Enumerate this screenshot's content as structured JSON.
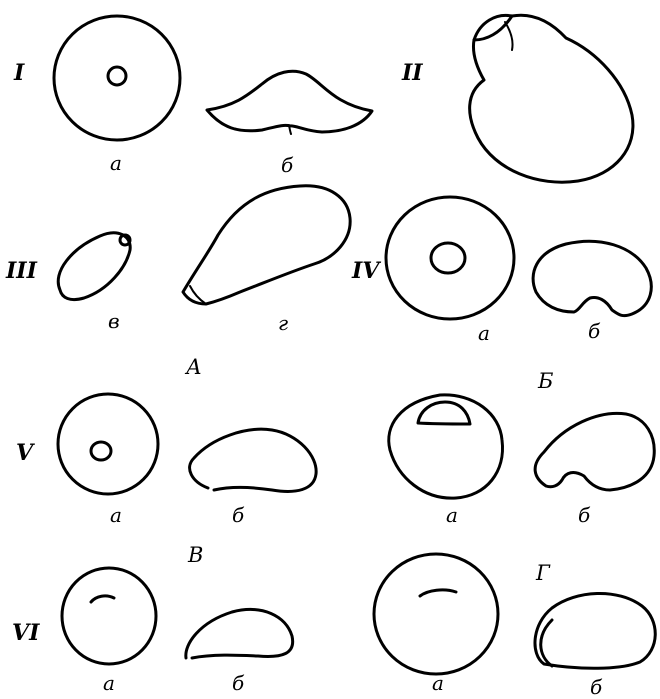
{
  "figure": {
    "rows": {
      "I": "I",
      "II": "II",
      "III": "III",
      "IV": "IV",
      "V": "V",
      "VI": "VI"
    },
    "groups": {
      "A": "А",
      "B": "Б",
      "V": "В",
      "G": "Г"
    },
    "sublabels": {
      "I_a": "а",
      "I_b": "б",
      "III_v": "в",
      "III_g": "г",
      "IV_a": "а",
      "IV_b": "б",
      "V_left_a": "а",
      "V_left_b": "б",
      "V_right_a": "а",
      "V_right_b": "б",
      "VI_left_a": "а",
      "VI_left_b": "б",
      "VI_right_a": "а",
      "VI_right_b": "б"
    }
  }
}
